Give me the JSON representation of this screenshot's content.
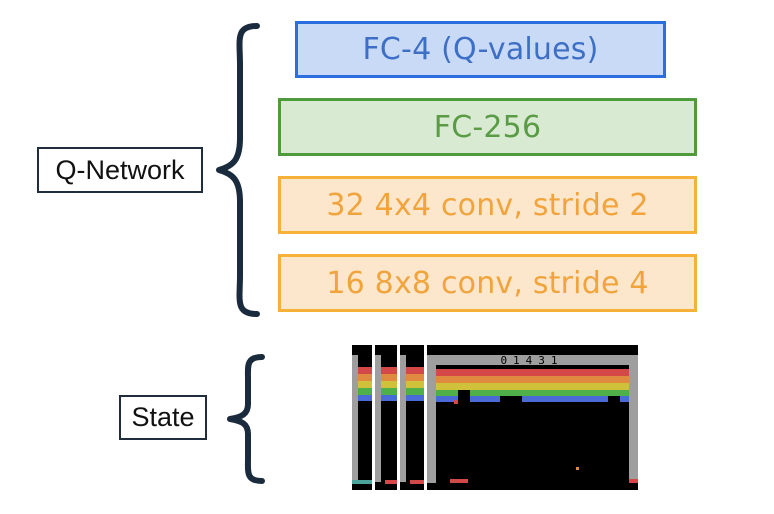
{
  "q_network": {
    "label": "Q-Network",
    "layers": [
      {
        "id": "fc4",
        "text": "FC-4 (Q-values)",
        "fill": "#c9daf7",
        "stroke": "#2b6fde",
        "text_color": "#3d6fc6"
      },
      {
        "id": "fc256",
        "text": "FC-256",
        "fill": "#d9ead2",
        "stroke": "#4f9a3a",
        "text_color": "#5a9b46"
      },
      {
        "id": "conv2",
        "text": "32 4x4 conv, stride 2",
        "fill": "#fde7cc",
        "stroke": "#f5b13a",
        "text_color": "#f1a43c"
      },
      {
        "id": "conv1",
        "text": "16 8x8 conv, stride 4",
        "fill": "#fde7cc",
        "stroke": "#f5b13a",
        "text_color": "#f1a43c"
      }
    ]
  },
  "state": {
    "label": "State",
    "frames_description_icon": "stacked-game-frames",
    "score": "01431",
    "brace_color": "#1b2b3e"
  }
}
